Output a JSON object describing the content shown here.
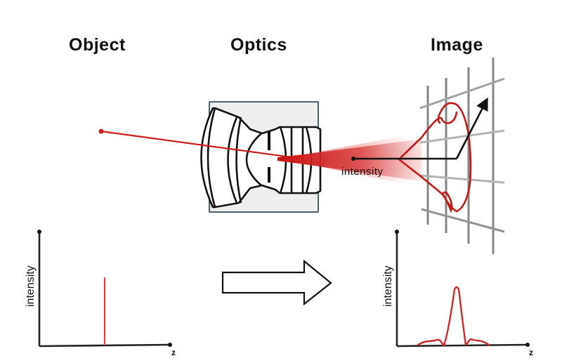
{
  "titles": {
    "object": "Object",
    "optics": "Optics",
    "image": "Image"
  },
  "beam_label": "intensity",
  "colors": {
    "ray": "#cc1f1f",
    "psf": "#c41a1a",
    "lens_stroke": "#111111",
    "housing_fill": "#eeeeee",
    "housing_stroke": "#50606a",
    "grid": "#777777",
    "axis": "#222222"
  },
  "object_plot": {
    "ylabel": "intensity",
    "xlabel": "z",
    "signal": "delta",
    "peak_position": 0.5,
    "peak_height": 0.6
  },
  "image_plot": {
    "ylabel": "intensity",
    "xlabel": "z",
    "signal": "airy-like point spread",
    "peak_position": 0.5,
    "peak_height": 0.55,
    "side_lobe_height": 0.05
  },
  "arrow": {
    "direction": "right",
    "meaning": "object-to-image mapping"
  }
}
